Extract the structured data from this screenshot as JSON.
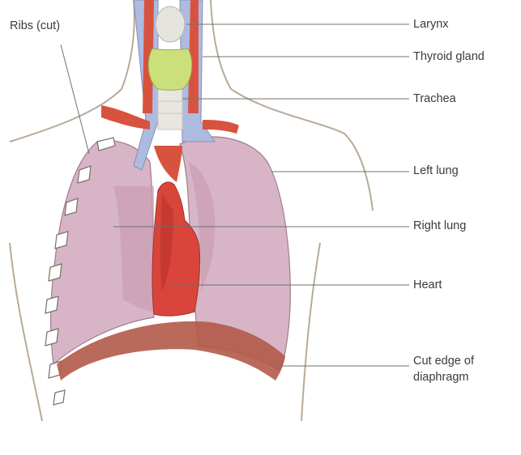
{
  "labels": {
    "ribs": "Ribs (cut)",
    "larynx": "Larynx",
    "thyroid": "Thyroid gland",
    "trachea": "Trachea",
    "left_lung": "Left lung",
    "right_lung": "Right lung",
    "heart": "Heart",
    "diaphragm_line1": "Cut edge of",
    "diaphragm_line2": "diaphragm"
  },
  "colors": {
    "skin_outline": "#b9aa98",
    "lung_fill": "#d7b5c7",
    "lung_shade": "#c99db2",
    "heart": "#d9453a",
    "heart_dark": "#b8322b",
    "trachea_blue": "#aebbe0",
    "vessel_red": "#d8533f",
    "thyroid": "#cbe07a",
    "larynx": "#e6e4df",
    "rib": "#ffffff",
    "diaphragm": "#b35a49"
  }
}
